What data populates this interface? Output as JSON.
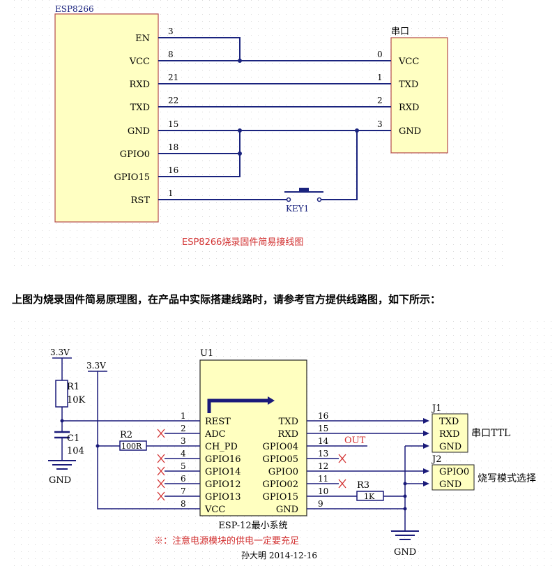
{
  "diagram1": {
    "chip_name": "ESP8266",
    "chip_pins": [
      {
        "name": "EN",
        "num": "3"
      },
      {
        "name": "VCC",
        "num": "8"
      },
      {
        "name": "RXD",
        "num": "21"
      },
      {
        "name": "TXD",
        "num": "22"
      },
      {
        "name": "GND",
        "num": "15"
      },
      {
        "name": "GPIO0",
        "num": "18"
      },
      {
        "name": "GPIO15",
        "num": "16"
      },
      {
        "name": "RST",
        "num": "1"
      }
    ],
    "serial_name": "串口",
    "serial_pins": [
      {
        "name": "VCC",
        "num": "0"
      },
      {
        "name": "TXD",
        "num": "1"
      },
      {
        "name": "RXD",
        "num": "2"
      },
      {
        "name": "GND",
        "num": "3"
      }
    ],
    "key_label": "KEY1",
    "caption": "ESP8266烧录固件简易接线图",
    "colors": {
      "chip_fill": "#ffffc2",
      "chip_border": "#b34a4a",
      "wire": "#1a237e",
      "caption": "#d23030"
    }
  },
  "heading": "上图为烧录固件简易原理图，在产品中实际搭建线路时，请参考官方提供线路图，如下所示：",
  "diagram2": {
    "u1_label": "U1",
    "module_name": "ESP-12最小系统",
    "left_pins": [
      {
        "num": "1",
        "name": "REST"
      },
      {
        "num": "2",
        "name": "ADC"
      },
      {
        "num": "3",
        "name": "CH_PD"
      },
      {
        "num": "4",
        "name": "GPIO16"
      },
      {
        "num": "5",
        "name": "GPIO14"
      },
      {
        "num": "6",
        "name": "GPIO12"
      },
      {
        "num": "7",
        "name": "GPIO13"
      },
      {
        "num": "8",
        "name": "VCC"
      }
    ],
    "right_pins": [
      {
        "num": "16",
        "name": "TXD"
      },
      {
        "num": "15",
        "name": "RXD"
      },
      {
        "num": "14",
        "name": "GPIO04"
      },
      {
        "num": "13",
        "name": "GPIO05"
      },
      {
        "num": "12",
        "name": "GPIO0"
      },
      {
        "num": "11",
        "name": "GPIO02"
      },
      {
        "num": "10",
        "name": "GPIO15"
      },
      {
        "num": "9",
        "name": "GND"
      }
    ],
    "vcc1": "3.3V",
    "vcc2": "3.3V",
    "r1_name": "R1",
    "r1_value": "10K",
    "c1_name": "C1",
    "c1_value": "104",
    "gnd_left": "GND",
    "r2_name": "R2",
    "r2_value": "100R",
    "out_label": "OUT",
    "r3_name": "R3",
    "r3_value": "1K",
    "gnd_right": "GND",
    "j1_name": "J1",
    "j1_pins": [
      "TXD",
      "RXD",
      "GND"
    ],
    "j1_caption": "串口TTL",
    "j2_name": "J2",
    "j2_pins": [
      "GPIO0",
      "GND"
    ],
    "j2_caption": "烧写模式选择",
    "note": "※：注意电源模块的供电一定要充足",
    "author": "孙大明 2014-12-16",
    "colors": {
      "line": "#1a1a7a",
      "red": "#d23030",
      "box": "#ffffc0"
    }
  }
}
